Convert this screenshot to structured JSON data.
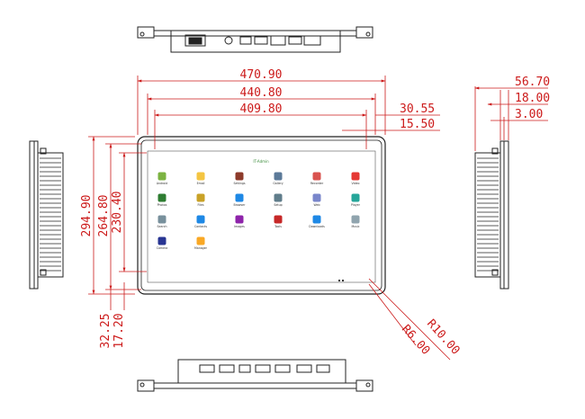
{
  "dimensions": {
    "outer_width": "470.90",
    "bezel_width": "440.80",
    "screen_width": "409.80",
    "offset_a": "30.55",
    "offset_b": "15.50",
    "outer_height": "294.90",
    "bezel_height": "264.80",
    "screen_height": "230.40",
    "bottom_a": "32.25",
    "bottom_b": "17.20",
    "radius_outer": "R10.00",
    "radius_inner": "R6.00",
    "side_depth": "56.70",
    "side_mid": "18.00",
    "side_lip": "3.00"
  },
  "screen": {
    "status_text": "IT-Admin",
    "apps": [
      {
        "icon": "android-icon",
        "color": "#7cb342",
        "label": "Android"
      },
      {
        "icon": "mail-icon",
        "color": "#f4c542",
        "label": "Email"
      },
      {
        "icon": "settings-gear-icon",
        "color": "#8d3b2b",
        "label": "Settings"
      },
      {
        "icon": "gallery-icon",
        "color": "#5c7a99",
        "label": "Gallery"
      },
      {
        "icon": "mic-icon",
        "color": "#d9534f",
        "label": "Recorder"
      },
      {
        "icon": "record-icon",
        "color": "#e53935",
        "label": "Video"
      },
      {
        "icon": "photo-icon",
        "color": "#2e7d32",
        "label": "Photos"
      },
      {
        "icon": "folder-icon",
        "color": "#c9a227",
        "label": "Files"
      },
      {
        "icon": "browser-icon",
        "color": "#1e88e5",
        "label": "Browser"
      },
      {
        "icon": "gear-icon",
        "color": "#607d8b",
        "label": "Setup"
      },
      {
        "icon": "globe-icon",
        "color": "#7986cb",
        "label": "Web"
      },
      {
        "icon": "play-icon",
        "color": "#26a69a",
        "label": "Player"
      },
      {
        "icon": "search-icon",
        "color": "#78909c",
        "label": "Search"
      },
      {
        "icon": "person-icon",
        "color": "#1e88e5",
        "label": "Contacts"
      },
      {
        "icon": "image-icon",
        "color": "#8e24aa",
        "label": "Images"
      },
      {
        "icon": "toolbox-icon",
        "color": "#c62828",
        "label": "Tools"
      },
      {
        "icon": "download-icon",
        "color": "#1e88e5",
        "label": "Downloads"
      },
      {
        "icon": "disc-icon",
        "color": "#90a4ae",
        "label": "Music"
      },
      {
        "icon": "camera-icon",
        "color": "#283593",
        "label": "Camera"
      },
      {
        "icon": "file-manager-icon",
        "color": "#f9a825",
        "label": "Manager"
      }
    ]
  }
}
